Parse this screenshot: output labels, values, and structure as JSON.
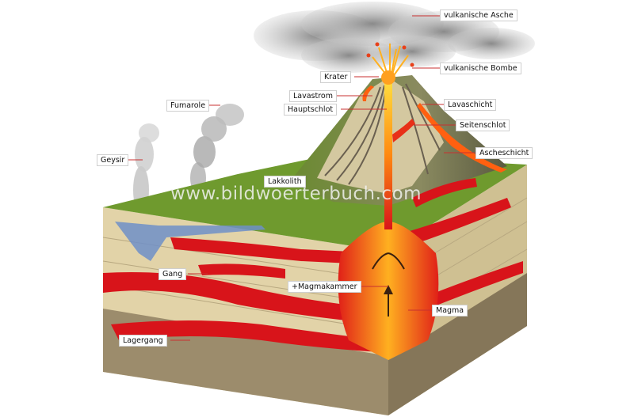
{
  "watermark": "www.bildwoerterbuch.com",
  "labels": {
    "vulkanische_asche": "vulkanische Asche",
    "vulkanische_bombe": "vulkanische Bombe",
    "krater": "Krater",
    "lavastrom": "Lavastrom",
    "hauptschlot": "Hauptschlot",
    "lavaschicht": "Lavaschicht",
    "seitenschlot": "Seitenschlot",
    "ascheschicht": "Ascheschicht",
    "fumarole": "Fumarole",
    "geysir": "Geysir",
    "lakkolith": "Lakkolith",
    "gang": "Gang",
    "magmakammer": "+Magmakammer",
    "magma": "Magma",
    "lagergang": "Lagergang"
  },
  "colors": {
    "grass": "#6f9a2e",
    "rock_light": "#e2d3a8",
    "rock_dark": "#9c8c6c",
    "magma": "#d8141a",
    "lava_hot": "#ff9a10",
    "water": "#6f8fc8",
    "smoke": "#9a9a9a"
  }
}
